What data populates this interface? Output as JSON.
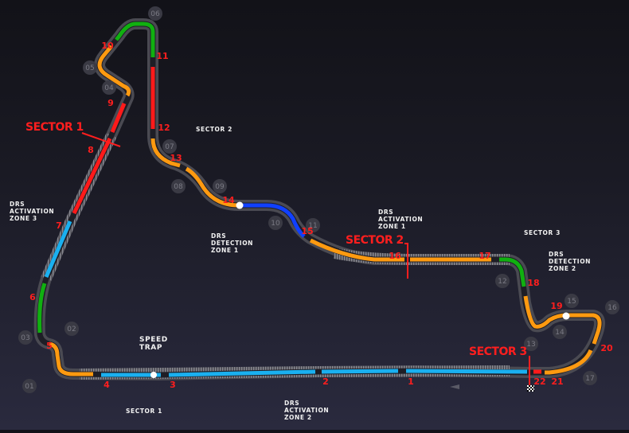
{
  "map": {
    "title": "Circuit Map",
    "colors": {
      "background_top": "#121218",
      "background_bottom": "#2a2a3e",
      "track": "#4a4a52",
      "kerb": "#8a8a92",
      "sector_marker": "#ff1e1e",
      "turn_number": "#ff1e1e",
      "badge_fill": "#3a3a44",
      "badge_text": "#7a7a84",
      "seg_orange": "#ff9a10",
      "seg_red": "#ff1a1a",
      "seg_green": "#10b010",
      "seg_cyan": "#1ab0f0",
      "seg_blue": "#1040ff",
      "label_text": "#f2f2f2"
    },
    "sector_markers": [
      {
        "id": "sector-1",
        "label": "SECTOR 1"
      },
      {
        "id": "sector-2",
        "label": "SECTOR 2"
      },
      {
        "id": "sector-3",
        "label": "SECTOR 3"
      }
    ],
    "zone_labels": [
      {
        "id": "sector-2-label",
        "text": "SECTOR 2"
      },
      {
        "id": "sector-3-label",
        "text": "SECTOR 3"
      },
      {
        "id": "sector-1-label",
        "text": "SECTOR 1"
      },
      {
        "id": "drs-activation-3",
        "text": "DRS\nACTIVATION\nZONE 3"
      },
      {
        "id": "drs-activation-1",
        "text": "DRS\nACTIVATION\nZONE 1"
      },
      {
        "id": "drs-activation-2",
        "text": "DRS\nACTIVATION\nZONE 2"
      },
      {
        "id": "drs-detection-1",
        "text": "DRS\nDETECTION\nZONE 1"
      },
      {
        "id": "drs-detection-2",
        "text": "DRS\nDETECTION\nZONE 2"
      },
      {
        "id": "speed-trap",
        "text": "SPEED\nTRAP"
      }
    ],
    "turn_numbers": [
      "1",
      "2",
      "3",
      "4",
      "5",
      "6",
      "7",
      "8",
      "9",
      "10",
      "11",
      "12",
      "13",
      "14",
      "15",
      "16",
      "17",
      "18",
      "19",
      "20",
      "21",
      "22"
    ],
    "corner_badges": [
      "01",
      "02",
      "03",
      "04",
      "05",
      "06",
      "07",
      "08",
      "09",
      "10",
      "11",
      "12",
      "13",
      "14",
      "15",
      "16",
      "17"
    ]
  }
}
